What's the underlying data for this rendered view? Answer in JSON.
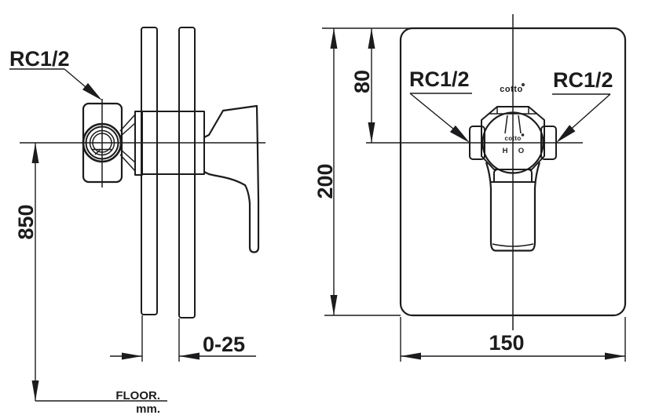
{
  "colors": {
    "line": "#1c1c1e",
    "background": "#ffffff"
  },
  "side_view": {
    "thread_label": "RC1/2",
    "dim_height_from_floor": "850",
    "dim_wall_adjust_range": "0-25",
    "floor_label": "FLOOR.",
    "unit_label": "mm."
  },
  "front_view": {
    "thread_label_left": "RC1/2",
    "thread_label_right": "RC1/2",
    "dim_plate_height": "200",
    "dim_inlet_offset": "80",
    "dim_plate_width": "150",
    "plate_brand": "cotto",
    "handle_brand": "cotto",
    "handle_marking_left": "H",
    "handle_marking_right": "O"
  }
}
